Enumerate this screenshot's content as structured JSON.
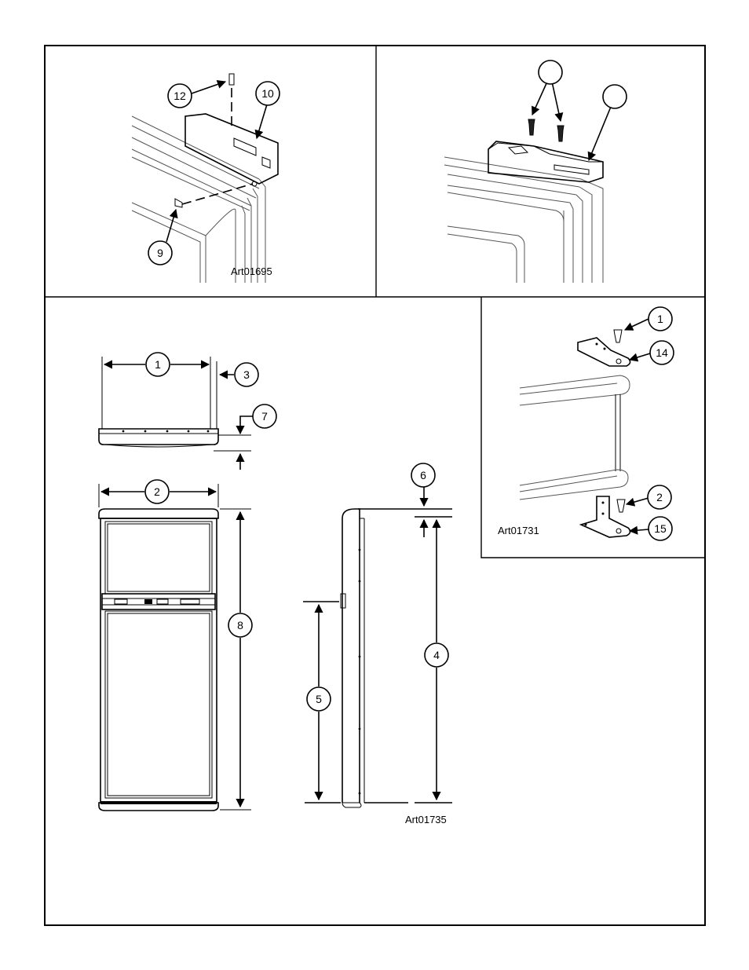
{
  "art_labels": {
    "top_left": "Art01695",
    "side_view": "Art01735",
    "hinge": "Art01731"
  },
  "callouts": {
    "tl_12": "12",
    "tl_10": "10",
    "tl_9": "9",
    "tr_a": "",
    "tr_b": "",
    "dim_1": "1",
    "dim_3": "3",
    "dim_7": "7",
    "dim_2": "2",
    "dim_8": "8",
    "dim_6": "6",
    "dim_4": "4",
    "dim_5": "5",
    "hinge_1": "1",
    "hinge_14": "14",
    "hinge_2": "2",
    "hinge_15": "15"
  }
}
